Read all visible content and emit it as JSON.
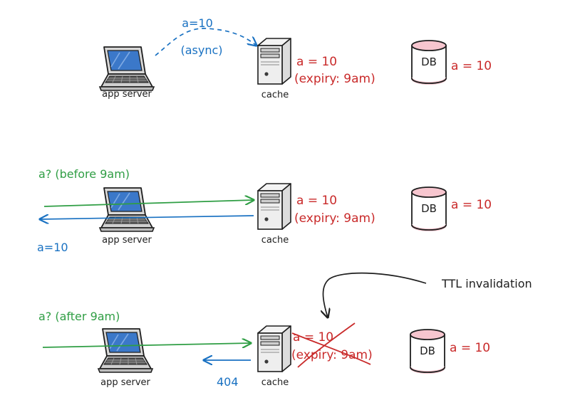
{
  "nodes": {
    "app_server": "app server",
    "cache": "cache",
    "db": "DB"
  },
  "scene1": {
    "write_value": "a=10",
    "write_mode": "(async)",
    "cache_value": "a = 10",
    "cache_expiry": "(expiry: 9am)",
    "db_value": "a = 10"
  },
  "scene2": {
    "request": "a? (before 9am)",
    "response": "a=10",
    "cache_value": "a = 10",
    "cache_expiry": "(expiry: 9am)",
    "db_value": "a = 10"
  },
  "scene3": {
    "request": "a? (after 9am)",
    "response": "404",
    "cache_value": "a = 10",
    "cache_expiry": "(expiry: 9am)",
    "db_value": "a = 10",
    "annotation": "TTL invalidation"
  },
  "colors": {
    "red": "#c92a2a",
    "blue": "#1971c2",
    "green": "#2f9e44",
    "black": "#1e1e1e",
    "laptop_screen": "#3b78c9",
    "db_band": "#f7c6cf"
  },
  "icons": [
    "laptop-icon",
    "server-tower-icon",
    "database-cylinder-icon"
  ]
}
